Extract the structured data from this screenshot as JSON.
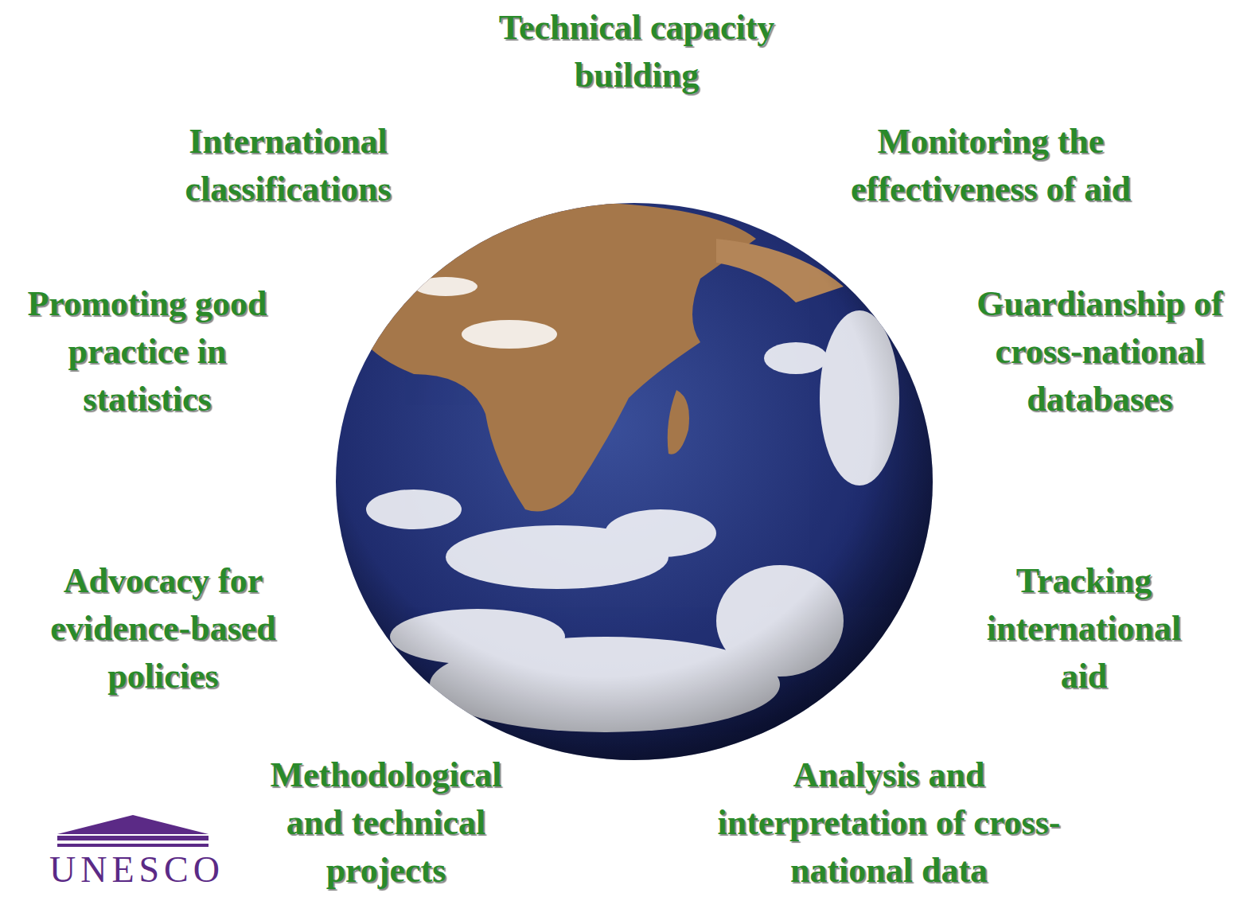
{
  "diagram": {
    "labels": [
      "Technical capacity building",
      "International classifications",
      "Monitoring the effectiveness of aid",
      "Promoting good practice in statistics",
      "Guardianship of cross-national databases",
      "Advocacy for evidence-based policies",
      "Tracking international aid",
      "Methodological and technical projects",
      "Analysis and interpretation of cross-national data",
      "UNESCO"
    ]
  }
}
